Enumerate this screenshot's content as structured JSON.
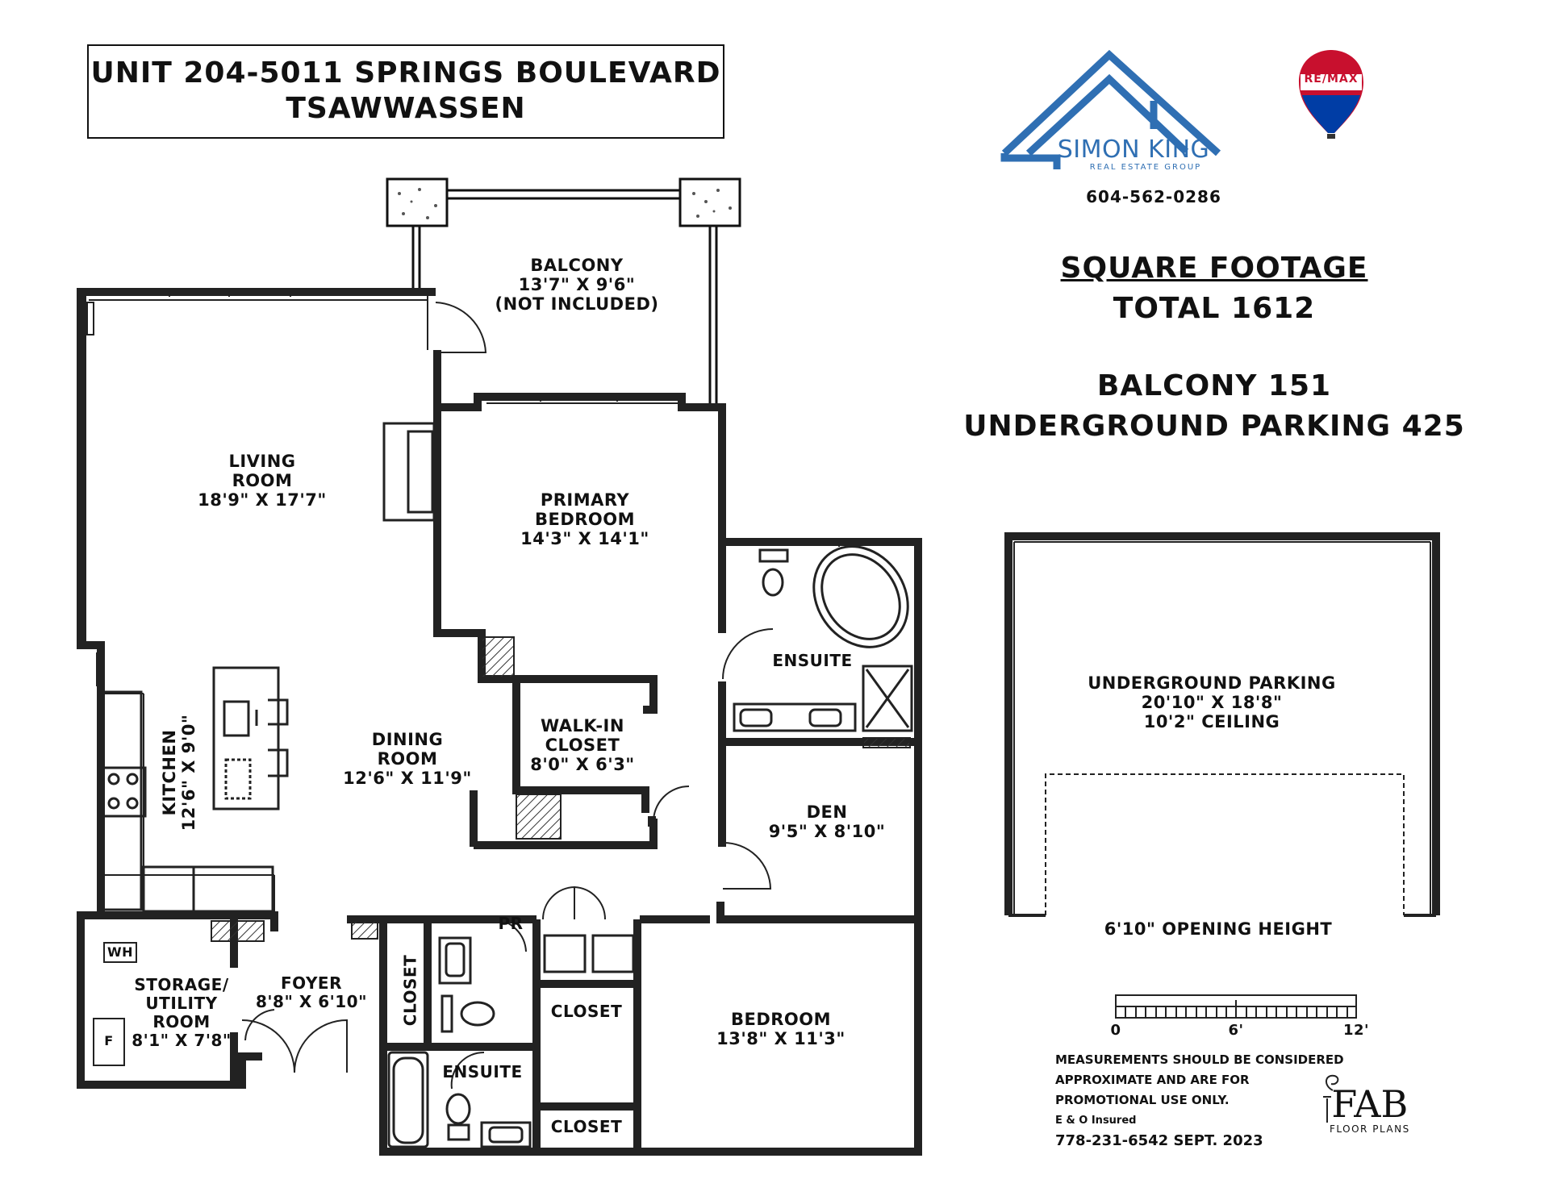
{
  "header": {
    "address_line1": "UNIT 204-5011 SPRINGS BOULEVARD",
    "address_line2": "TSAWWASSEN"
  },
  "branding": {
    "brand_name": "SIMON KING",
    "brand_sub": "REAL ESTATE GROUP",
    "phone": "604-562-0286",
    "remax_label": "RE/MAX",
    "fab_letters": "FAB",
    "fab_sub": "FLOOR PLANS",
    "brand_color": "#2f6fb3"
  },
  "summary": {
    "heading": "SQUARE FOOTAGE",
    "total": "TOTAL 1612",
    "balcony": "BALCONY 151",
    "parking": "UNDERGROUND PARKING 425"
  },
  "rooms": {
    "balcony": [
      "BALCONY",
      "13'7\" X 9'6\"",
      "(NOT INCLUDED)"
    ],
    "living": [
      "LIVING",
      "ROOM",
      "18'9\" X 17'7\""
    ],
    "primary": [
      "PRIMARY",
      "BEDROOM",
      "14'3\" X 14'1\""
    ],
    "ensuite_top": "ENSUITE",
    "walkin": [
      "WALK-IN",
      "CLOSET",
      "8'0\" X 6'3\""
    ],
    "dining": [
      "DINING",
      "ROOM",
      "12'6\" X 11'9\""
    ],
    "kitchen": [
      "KITCHEN",
      "12'6\" X 9'0\""
    ],
    "den": [
      "DEN",
      "9'5\" X 8'10\""
    ],
    "storage": [
      "STORAGE/",
      "UTILITY",
      "ROOM",
      "8'1\" X 7'8\""
    ],
    "foyer": [
      "FOYER",
      "8'8\" X 6'10\""
    ],
    "closet_vertical": "CLOSET",
    "pr": "PR",
    "closet_mid": "CLOSET",
    "closet_bottom": "CLOSET",
    "ensuite_bottom": "ENSUITE",
    "bedroom": [
      "BEDROOM",
      "13'8\" X 11'3\""
    ],
    "wh": "WH",
    "f": "F"
  },
  "parking_panel": {
    "label": "UNDERGROUND PARKING",
    "size": "20'10\" X 18'8\"",
    "ceiling": "10'2\" CEILING",
    "opening": "6'10\" OPENING HEIGHT"
  },
  "scale": {
    "ticks": [
      "0",
      "6'",
      "12'"
    ]
  },
  "disclaimer": {
    "lines": [
      "MEASUREMENTS SHOULD BE CONSIDERED",
      "APPROXIMATE AND ARE FOR",
      "PROMOTIONAL USE ONLY."
    ],
    "insured": "E & O Insured",
    "contact": "778-231-6542  SEPT. 2023"
  }
}
